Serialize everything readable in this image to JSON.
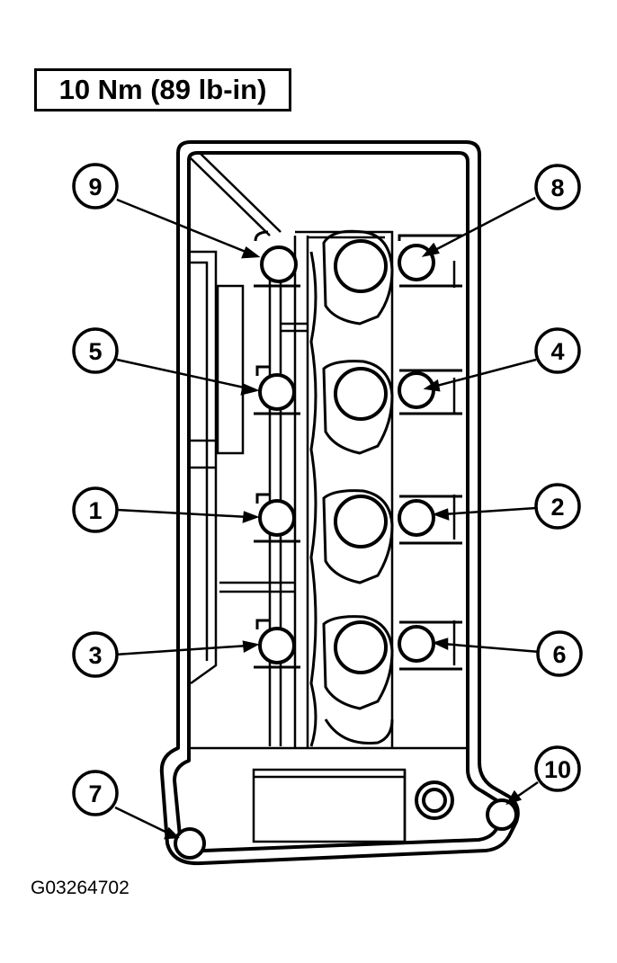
{
  "torque_spec": "10 Nm (89 lb-in)",
  "figure_id": "G03264702",
  "bolts": [
    {
      "label": "1"
    },
    {
      "label": "2"
    },
    {
      "label": "3"
    },
    {
      "label": "4"
    },
    {
      "label": "5"
    },
    {
      "label": "6"
    },
    {
      "label": "7"
    },
    {
      "label": "8"
    },
    {
      "label": "9"
    },
    {
      "label": "10"
    }
  ]
}
